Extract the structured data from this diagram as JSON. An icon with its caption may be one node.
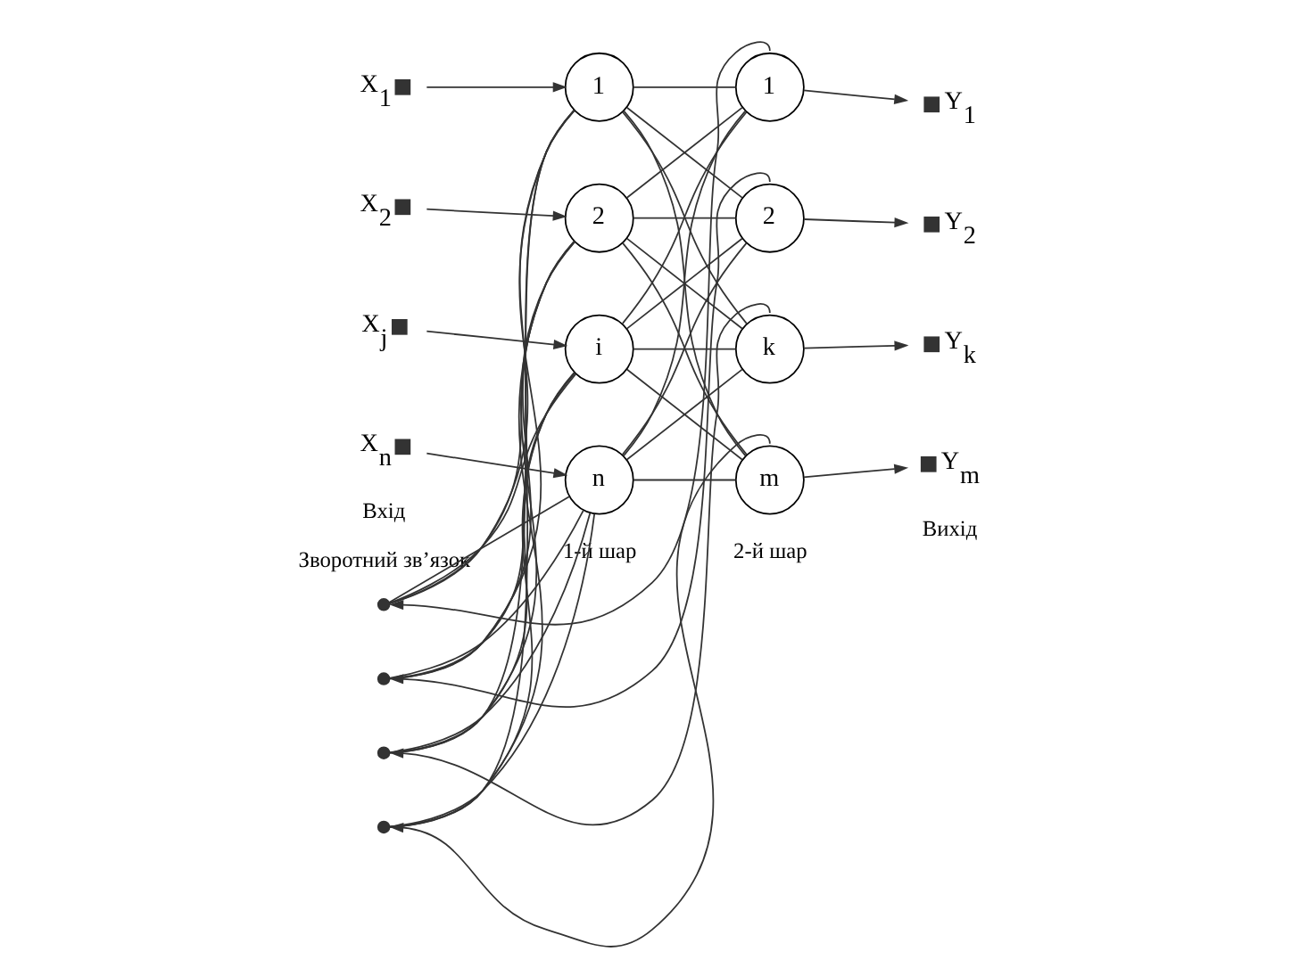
{
  "diagram": {
    "nodes": [
      {
        "text": [],
        "shape": "box",
        "beside": [
          "X$_{1}$"
        ]
      },
      {
        "text": [],
        "shape": "box",
        "beside": [
          "X$_{2}$"
        ]
      },
      {
        "text": [],
        "shape": "box",
        "beside": [
          "X$_{j}$"
        ]
      },
      {
        "text": [],
        "shape": "box",
        "beside": [
          "X$_{n}$"
        ]
      },
      {
        "text": [],
        "shape": "circle"
      },
      {
        "text": [],
        "shape": "circle"
      },
      {
        "text": [],
        "shape": "circle"
      },
      {
        "text": [],
        "shape": "circle"
      },
      {
        "text": [
          "1"
        ]
      },
      {
        "text": [
          "2"
        ]
      },
      {
        "text": [
          "i"
        ]
      },
      {
        "text": [
          "n"
        ]
      },
      {
        "text": [
          "1"
        ]
      },
      {
        "text": [
          "2"
        ]
      },
      {
        "text": [
          "k"
        ]
      },
      {
        "text": [
          "m"
        ]
      },
      {
        "text": [],
        "shape": "box",
        "beside": [
          "Y$_{1}$"
        ]
      },
      {
        "text": [],
        "shape": "box",
        "beside": [
          "Y$_{2}$"
        ]
      },
      {
        "text": [],
        "shape": "box",
        "beside": [
          "Y$_{k}$"
        ]
      },
      {
        "text": [],
        "shape": "box",
        "beside": [
          "Y$_{m}$"
        ]
      }
    ],
    "edges": [
      {
        "from": 0,
        "to": 8,
        "arrow": "to"
      },
      {
        "from": 1,
        "to": 9,
        "arrow": "to"
      },
      {
        "from": 2,
        "to": 10,
        "arrow": "to"
      },
      {
        "from": 3,
        "to": 11,
        "arrow": "to"
      },
      {
        "from": 4,
        "to": 8,
        "arrow": "none"
      },
      {
        "from": 4,
        "to": 9,
        "arrow": "none"
      },
      {
        "from": 4,
        "to": 10,
        "arrow": "none"
      },
      {
        "from": 4,
        "to": 11,
        "arrow": "none"
      },
      {
        "from": 5,
        "to": 8,
        "arrow": "none"
      },
      {
        "from": 5,
        "to": 9,
        "arrow": "none"
      },
      {
        "from": 5,
        "to": 10,
        "arrow": "none"
      },
      {
        "from": 5,
        "to": 11,
        "arrow": "none"
      },
      {
        "from": 6,
        "to": 8,
        "arrow": "none"
      },
      {
        "from": 6,
        "to": 9,
        "arrow": "none"
      },
      {
        "from": 6,
        "to": 10,
        "arrow": "none"
      },
      {
        "from": 6,
        "to": 11,
        "arrow": "none"
      },
      {
        "from": 7,
        "to": 8,
        "arrow": "none"
      },
      {
        "from": 7,
        "to": 9,
        "arrow": "none"
      },
      {
        "from": 7,
        "to": 10,
        "arrow": "none"
      },
      {
        "from": 7,
        "to": 11,
        "arrow": "none"
      },
      {
        "from": 8,
        "to": 12,
        "arrow": "none"
      },
      {
        "from": 8,
        "to": 13,
        "arrow": "none"
      },
      {
        "from": 8,
        "to": 14,
        "arrow": "none"
      },
      {
        "from": 8,
        "to": 15,
        "arrow": "none"
      },
      {
        "from": 9,
        "to": 12,
        "arrow": "none"
      },
      {
        "from": 9,
        "to": 13,
        "arrow": "none"
      },
      {
        "from": 9,
        "to": 14,
        "arrow": "none"
      },
      {
        "from": 9,
        "to": 15,
        "arrow": "none"
      },
      {
        "from": 10,
        "to": 12,
        "arrow": "none"
      },
      {
        "from": 10,
        "to": 13,
        "arrow": "none"
      },
      {
        "from": 10,
        "to": 14,
        "arrow": "none"
      },
      {
        "from": 10,
        "to": 15,
        "arrow": "none"
      },
      {
        "from": 11,
        "to": 12,
        "arrow": "none"
      },
      {
        "from": 11,
        "to": 13,
        "arrow": "none"
      },
      {
        "from": 11,
        "to": 14,
        "arrow": "none"
      },
      {
        "from": 11,
        "to": 15,
        "arrow": "none"
      },
      {
        "from": 12,
        "to": 16,
        "arrow": "to"
      },
      {
        "from": 13,
        "to": 17,
        "arrow": "to"
      },
      {
        "from": 14,
        "to": 18,
        "arrow": "to"
      },
      {
        "from": 15,
        "to": 19,
        "arrow": "to"
      },
      {
        "from": 12,
        "to": 4,
        "arrow": "to"
      },
      {
        "from": 13,
        "to": 5,
        "arrow": "to"
      },
      {
        "from": 14,
        "to": 6,
        "arrow": "to"
      },
      {
        "from": 15,
        "to": 7,
        "arrow": "to"
      }
    ],
    "labels": [
      "Зворотний зв’язок",
      "Вхід",
      "1-й шар",
      "2-й шар",
      "Вихід"
    ]
  }
}
